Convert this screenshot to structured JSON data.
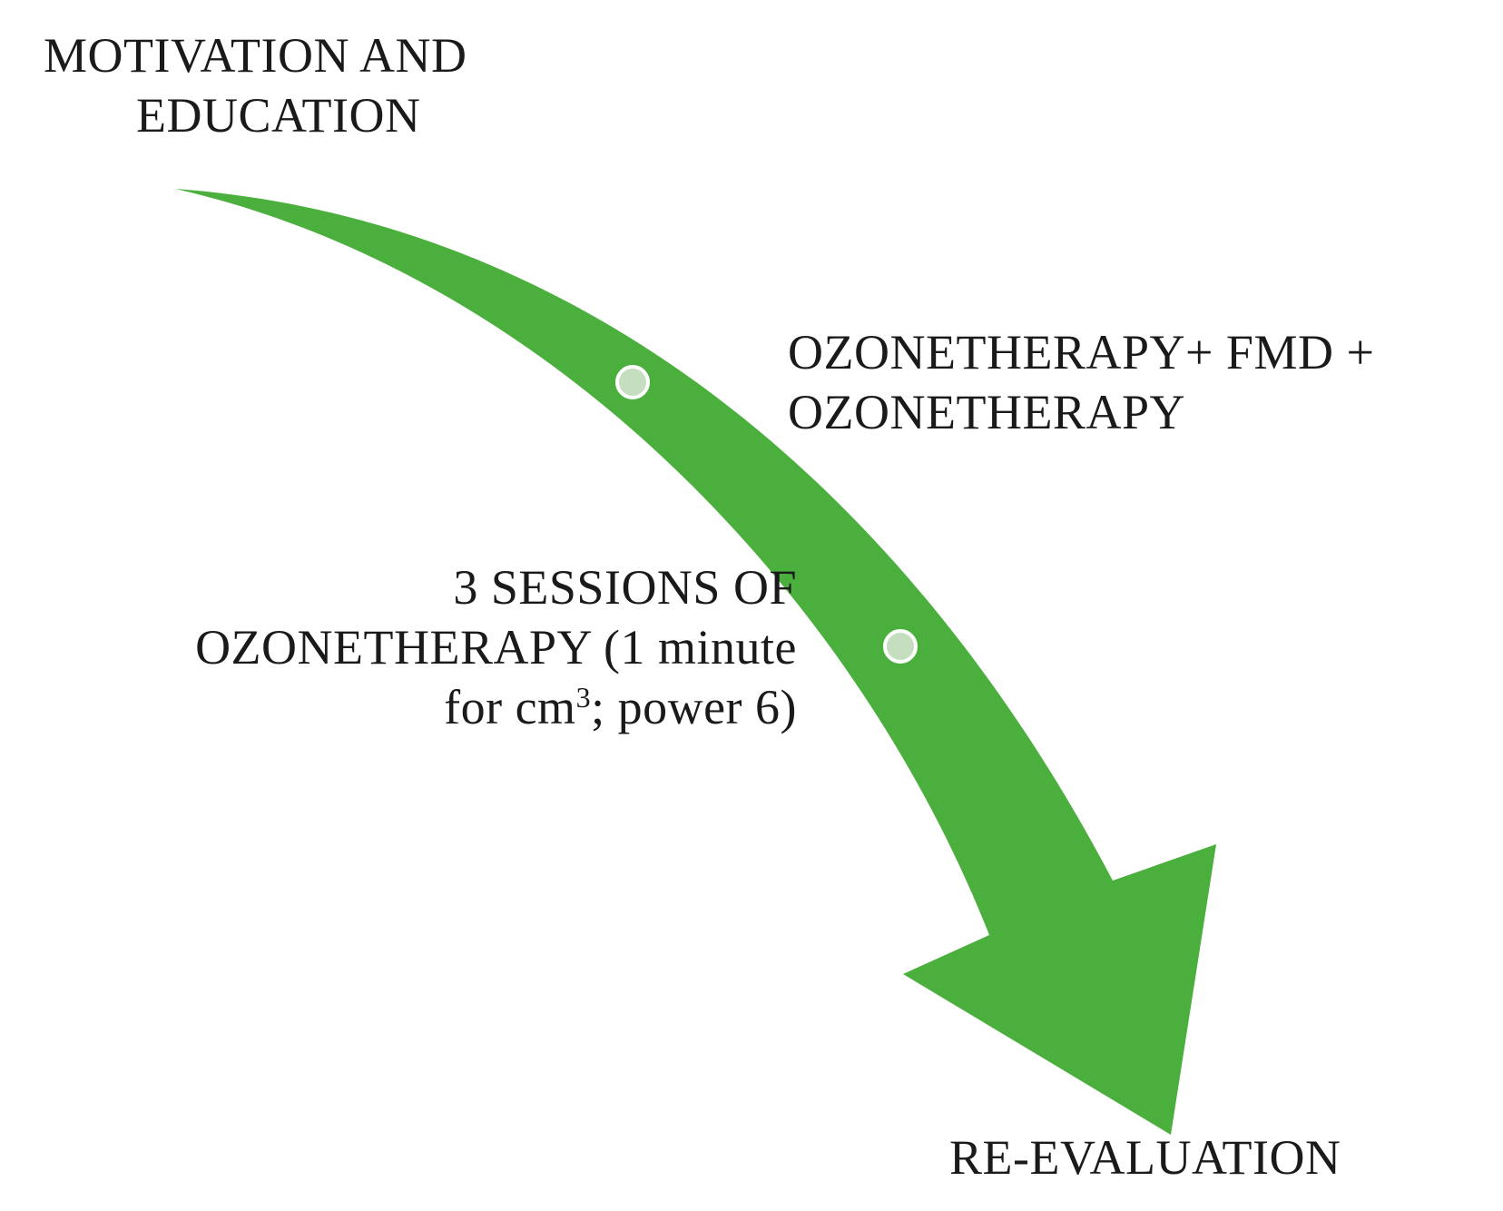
{
  "steps": {
    "start": {
      "line1": "MOTIVATION AND",
      "line2": "EDUCATION"
    },
    "step1": {
      "line1": "OZONETHERAPY+ FMD +",
      "line2": "OZONETHERAPY"
    },
    "step2": {
      "line1": "3 SESSIONS OF",
      "line2": "OZONETHERAPY (1 minute",
      "line3_before": "for cm",
      "line3_sup": "3",
      "line3_after": "; power 6)"
    },
    "end": {
      "label": "RE-EVALUATION"
    }
  },
  "colors": {
    "arrow": "#4aaf3c",
    "marker_fill": "#c6dec0",
    "marker_stroke": "#ffffff"
  }
}
